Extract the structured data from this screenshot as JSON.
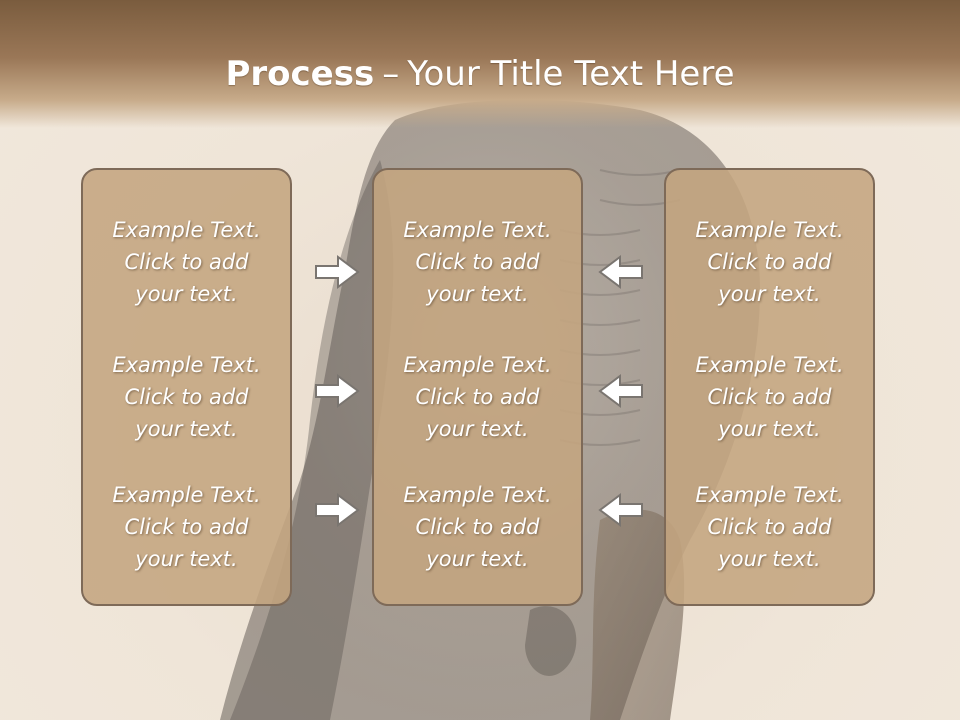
{
  "title": {
    "bold": "Process",
    "separator": "–",
    "rest": "Your Title Text Here"
  },
  "panels": {
    "left": [
      {
        "line1": "Example Text.",
        "line2": "Click  to add",
        "line3": "your text."
      },
      {
        "line1": "Example Text.",
        "line2": "Click  to add",
        "line3": "your text."
      },
      {
        "line1": "Example Text.",
        "line2": "Click  to add",
        "line3": "your text."
      }
    ],
    "middle": [
      {
        "line1": "Example Text.",
        "line2": "Click  to add",
        "line3": "your text."
      },
      {
        "line1": "Example Text.",
        "line2": "Click  to add",
        "line3": "your text."
      },
      {
        "line1": "Example Text.",
        "line2": "Click  to add",
        "line3": "your text."
      }
    ],
    "right": [
      {
        "line1": "Example Text.",
        "line2": "Click  to add",
        "line3": "your text."
      },
      {
        "line1": "Example Text.",
        "line2": "Click  to add",
        "line3": "your text."
      },
      {
        "line1": "Example Text.",
        "line2": "Click  to add",
        "line3": "your text."
      }
    ]
  },
  "icons": {
    "left_arrows": "arrow-right-icon",
    "right_arrows": "arrow-left-icon"
  },
  "colors": {
    "title_band": "#7a5c3e",
    "panel_fill": "#c4a580",
    "panel_border": "#7e6a58",
    "background": "#efe4d6",
    "text": "#ffffff"
  }
}
